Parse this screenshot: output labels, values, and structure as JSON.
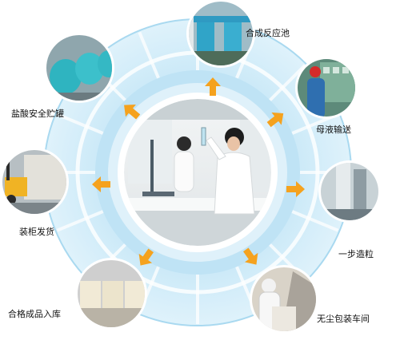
{
  "colors": {
    "ring_light": "#d6eef8",
    "ring_mid": "#b8e0f3",
    "ring_band": "#9fd3ee",
    "ring_stripe": "#eaf6fc",
    "arrow": "#f5a21e",
    "photo_border": "#ffffff"
  },
  "center_photo": {
    "icon": "laboratory-workers-photo"
  },
  "stages": [
    {
      "id": "reactor",
      "label": "合成反应池",
      "icon": "reactor-tank-photo"
    },
    {
      "id": "liquor",
      "label": "母液输送",
      "icon": "control-panel-operator-photo"
    },
    {
      "id": "granulation",
      "label": "一步造粒",
      "icon": "granulation-tower-photo"
    },
    {
      "id": "packaging",
      "label": "无尘包装车间",
      "icon": "packaging-workshop-photo"
    },
    {
      "id": "warehouse",
      "label": "合格成品入库",
      "icon": "bulk-bag-warehouse-photo"
    },
    {
      "id": "shipping",
      "label": "装柜发货",
      "icon": "forklift-loading-photo"
    },
    {
      "id": "acid_storage",
      "label": "盐酸安全贮罐",
      "icon": "acid-storage-tanks-photo"
    }
  ]
}
